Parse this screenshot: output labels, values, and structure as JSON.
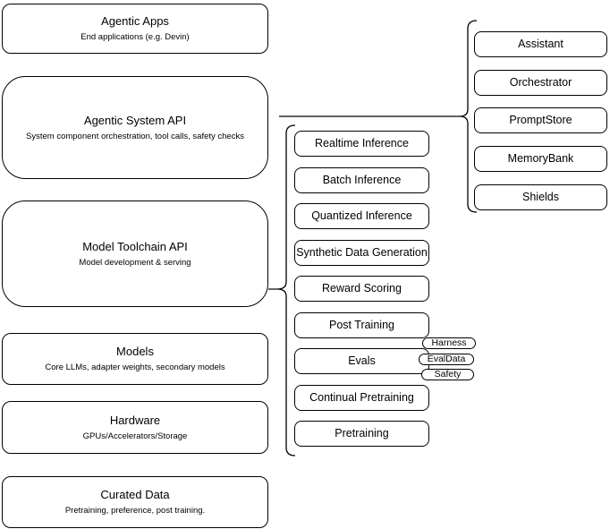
{
  "diagram": {
    "colors": {
      "background": "#ffffff",
      "stroke": "#000000",
      "box_fill": "#ffffff",
      "text": "#000000"
    },
    "left_stack": [
      {
        "title": "Agentic Apps",
        "subtitle": "End applications (e.g. Devin)"
      },
      {
        "title": "Agentic System API",
        "subtitle": "System component orchestration, tool calls, safety checks"
      },
      {
        "title": "Model Toolchain API",
        "subtitle": "Model development & serving"
      },
      {
        "title": "Models",
        "subtitle": "Core LLMs, adapter weights, secondary models"
      },
      {
        "title": "Hardware",
        "subtitle": "GPUs/Accelerators/Storage"
      },
      {
        "title": "Curated Data",
        "subtitle": "Pretraining, preference, post training."
      }
    ],
    "toolchain_stack": [
      {
        "label": "Realtime Inference"
      },
      {
        "label": "Batch Inference"
      },
      {
        "label": "Quantized Inference"
      },
      {
        "label": "Synthetic Data Generation"
      },
      {
        "label": "Reward Scoring"
      },
      {
        "label": "Post Training"
      },
      {
        "label": "Evals"
      },
      {
        "label": "Continual Pretraining"
      },
      {
        "label": "Pretraining"
      }
    ],
    "eval_pills": [
      {
        "label": "Harness"
      },
      {
        "label": "EvalData"
      },
      {
        "label": "Safety"
      }
    ],
    "system_stack": [
      {
        "label": "Assistant"
      },
      {
        "label": "Orchestrator"
      },
      {
        "label": "PromptStore"
      },
      {
        "label": "MemoryBank"
      },
      {
        "label": "Shields"
      }
    ]
  }
}
